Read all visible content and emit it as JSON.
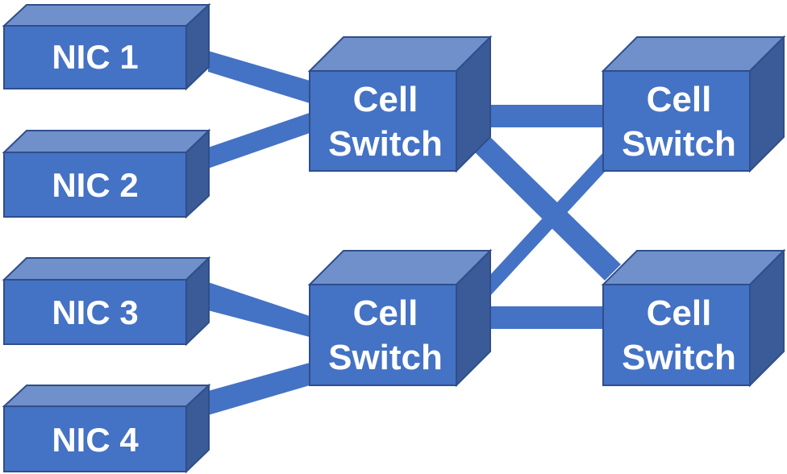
{
  "colors": {
    "front": "#4472C4",
    "top": "#7090CC",
    "side": "#3A5A98",
    "edge": "#2F4E8A",
    "link": "#4472C4",
    "text": "#FFFFFF"
  },
  "nics": [
    {
      "label": "NIC 1"
    },
    {
      "label": "NIC 2"
    },
    {
      "label": "NIC 3"
    },
    {
      "label": "NIC 4"
    }
  ],
  "switches": [
    {
      "line1": "Cell",
      "line2": "Switch"
    },
    {
      "line1": "Cell",
      "line2": "Switch"
    },
    {
      "line1": "Cell",
      "line2": "Switch"
    },
    {
      "line1": "Cell",
      "line2": "Switch"
    }
  ]
}
